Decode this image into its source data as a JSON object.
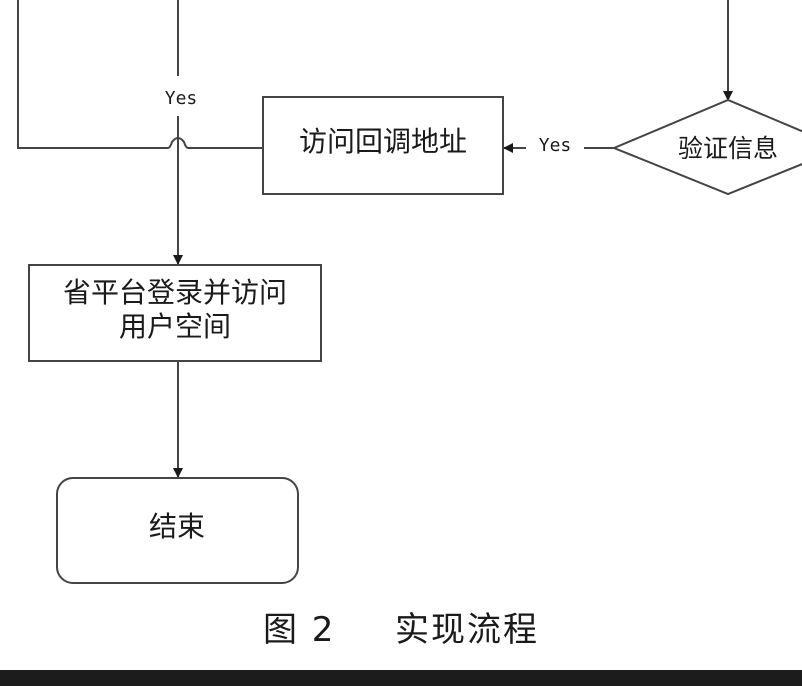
{
  "diagram": {
    "nodes": {
      "visit_callback": "访问回调地址",
      "verify_info": "验证信息",
      "login_line1": "省平台登录并访问",
      "login_line2": "用户空间",
      "end": "结束"
    },
    "edges": {
      "yes_top": "Yes",
      "yes_right": "Yes"
    }
  },
  "caption": {
    "figure": "图 2",
    "title": "实现流程"
  }
}
